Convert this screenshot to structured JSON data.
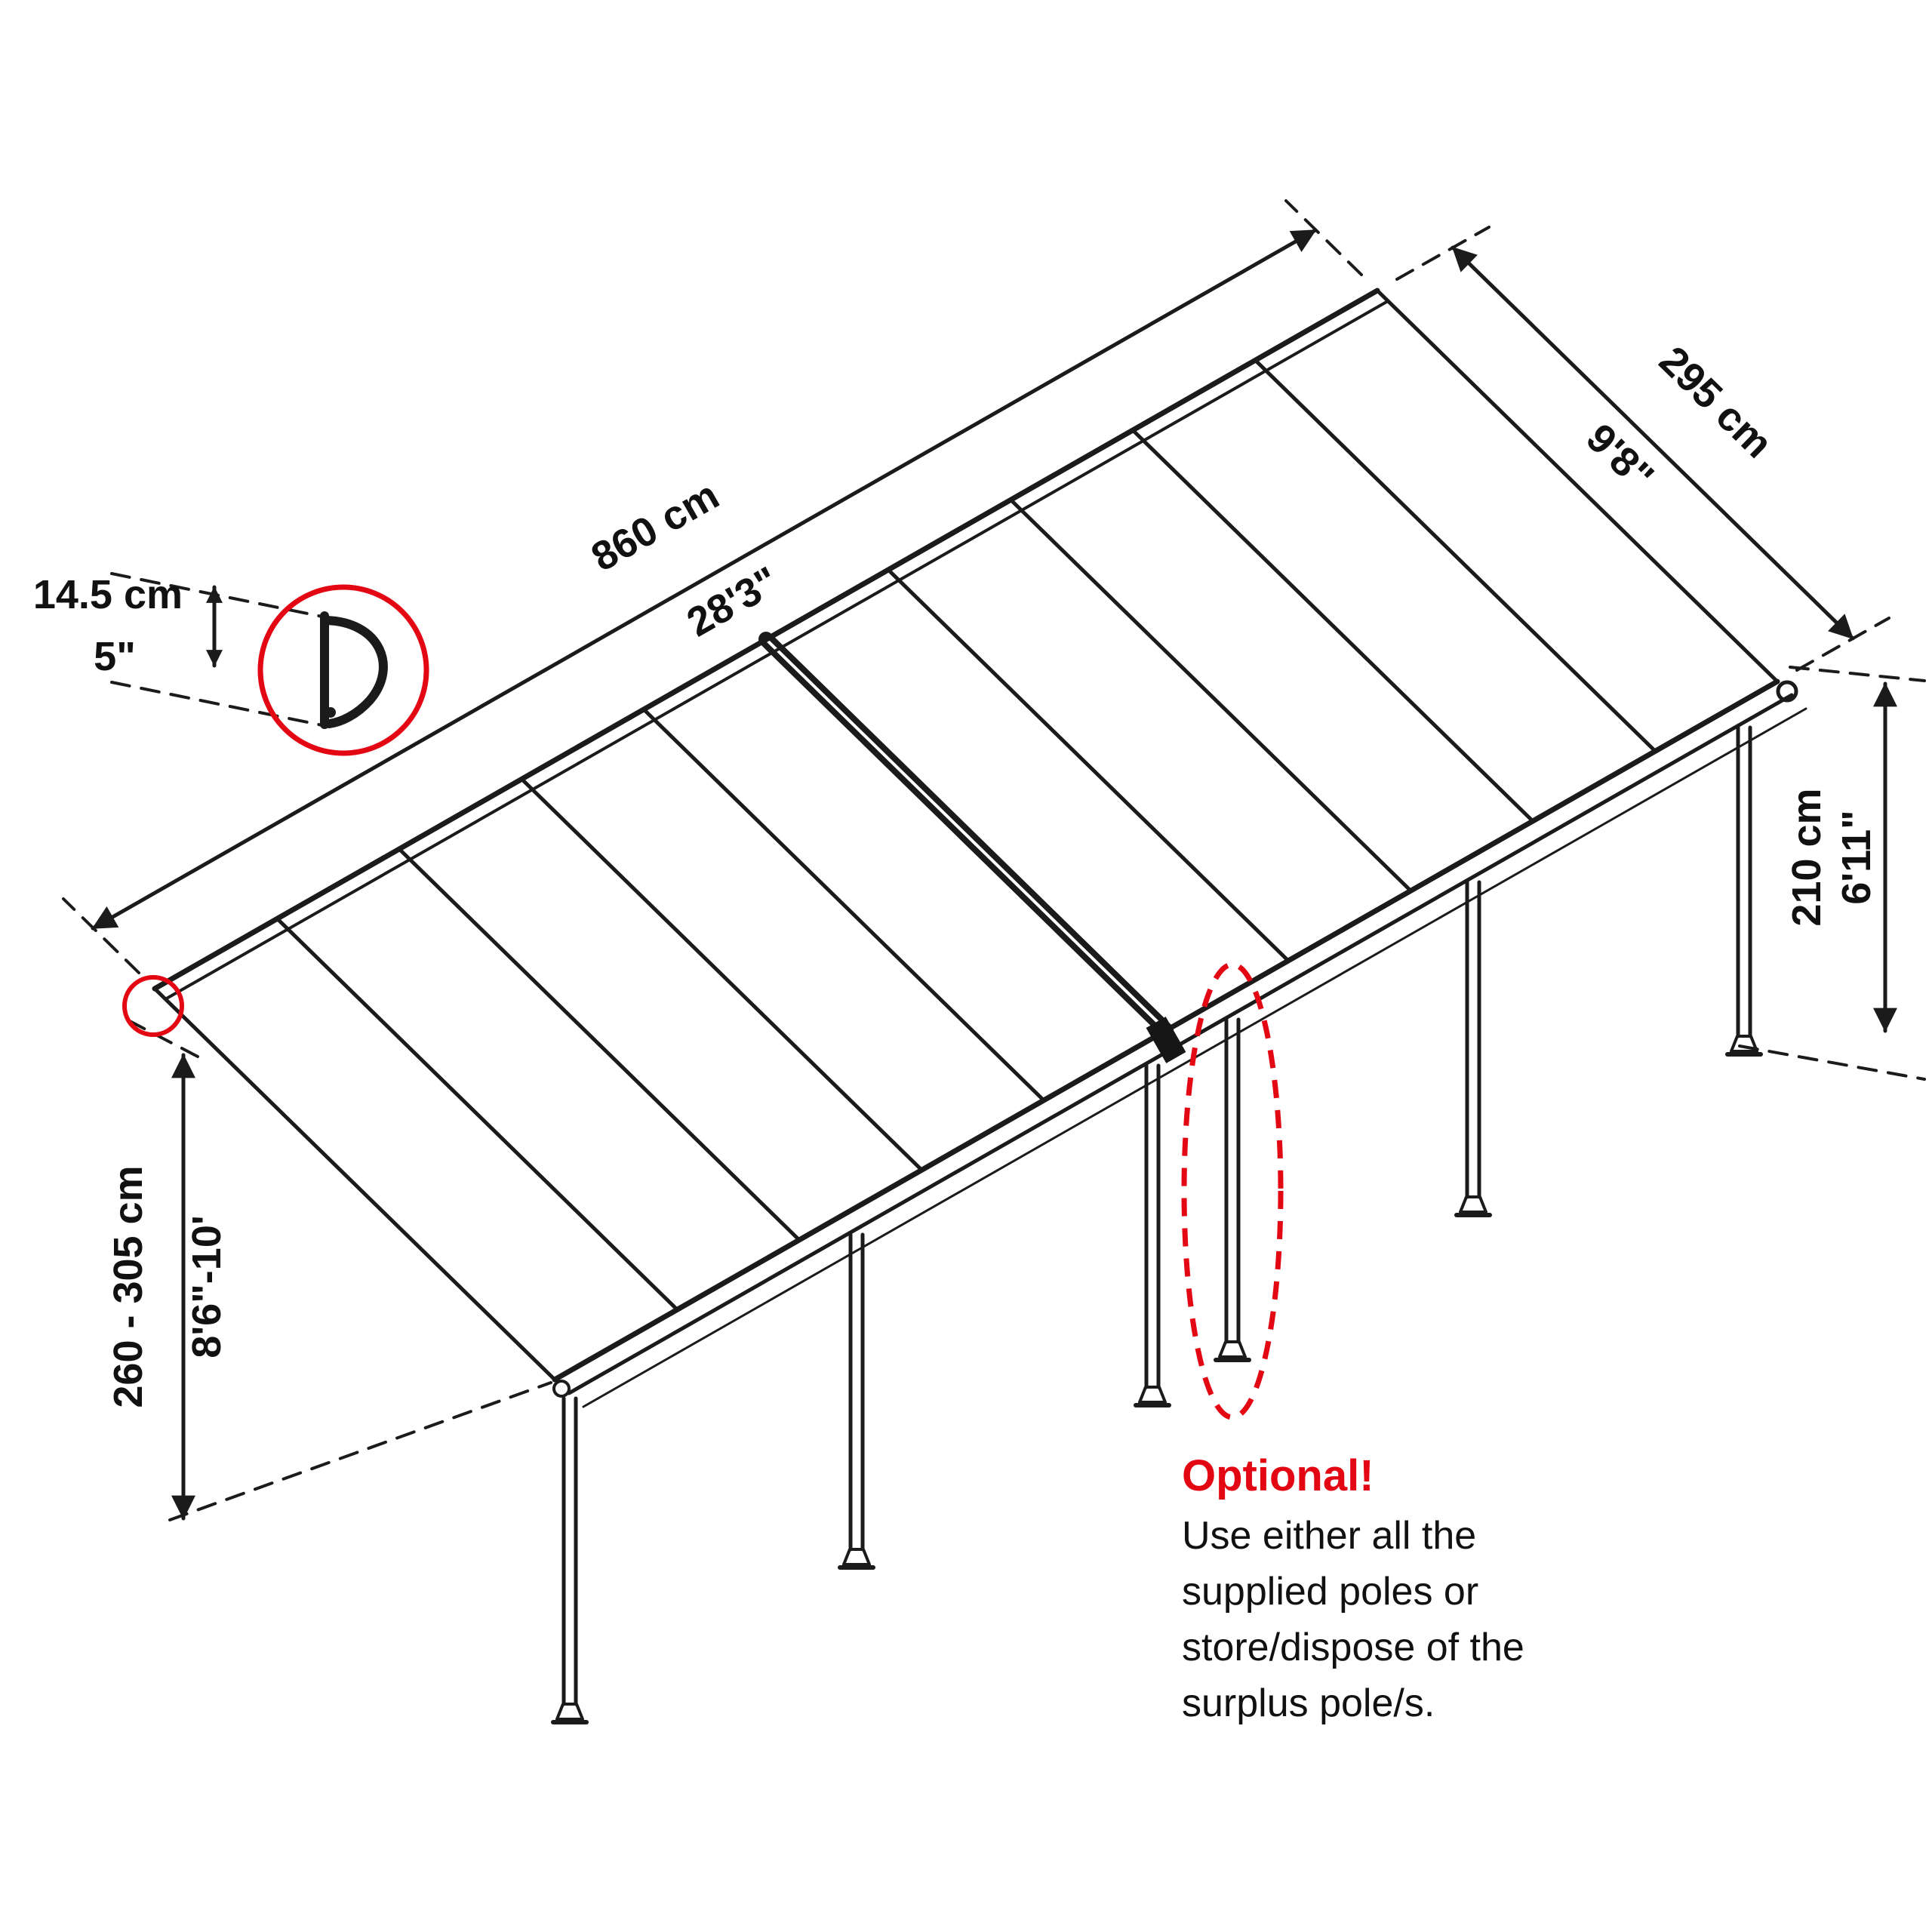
{
  "figure": {
    "type": "isometric-dimension-diagram",
    "subject": "patio cover pergola with roof panels and support poles",
    "colors": {
      "line": "#1b1b1b",
      "accent_red": "#e30613",
      "background": "#ffffff"
    },
    "dimensions": {
      "length": {
        "metric": "860 cm",
        "imperial": "28'3\""
      },
      "depth": {
        "metric": "295 cm",
        "imperial": "9'8\""
      },
      "front_height": {
        "metric": "210 cm",
        "imperial": "6'11\""
      },
      "back_height": {
        "metric": "260 - 305 cm",
        "imperial": "8'6\"-10'"
      },
      "profile_height": {
        "metric": "14.5 cm",
        "imperial": "5\""
      }
    },
    "note": {
      "title": "Optional!",
      "lines": [
        "Use either all the",
        "supplied poles or",
        "store/dispose of the",
        "surplus pole/s."
      ]
    }
  }
}
